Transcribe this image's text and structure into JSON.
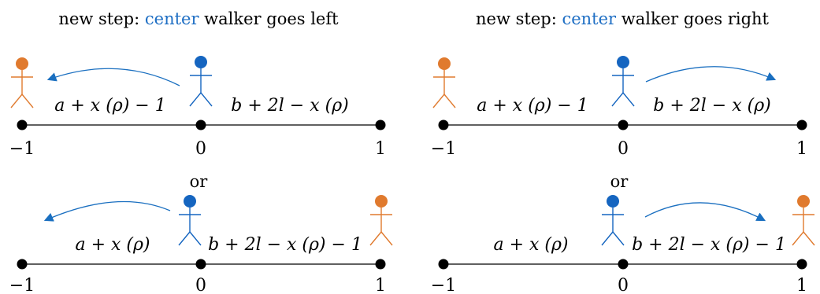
{
  "colors": {
    "center_walker": "#1565c0",
    "other_walker": "#e07a2e",
    "arrow": "#1a6fc0",
    "line": "#000000",
    "highlight_text": "#1f6fc4"
  },
  "icons": [
    "stick-figure-icon",
    "arrow-icon",
    "dot-icon"
  ],
  "panels": [
    {
      "title_prefix": "new step: ",
      "title_highlight": "center",
      "title_suffix": " walker goes left",
      "top": {
        "left_label": "a + x (ρ) − 1",
        "right_label": "b + 2l − x (ρ)",
        "ticks": [
          "−1",
          "0",
          "1"
        ]
      },
      "or_label": "or",
      "bottom": {
        "left_label": "a + x (ρ)",
        "right_label": "b + 2l − x (ρ) − 1",
        "ticks": [
          "−1",
          "0",
          "1"
        ]
      }
    },
    {
      "title_prefix": "new step: ",
      "title_highlight": "center",
      "title_suffix": " walker goes right",
      "top": {
        "left_label": "a + x (ρ) − 1",
        "right_label": "b + 2l − x (ρ)",
        "ticks": [
          "−1",
          "0",
          "1"
        ]
      },
      "or_label": "or",
      "bottom": {
        "left_label": "a + x (ρ)",
        "right_label": "b + 2l − x (ρ) − 1",
        "ticks": [
          "−1",
          "0",
          "1"
        ]
      }
    }
  ]
}
